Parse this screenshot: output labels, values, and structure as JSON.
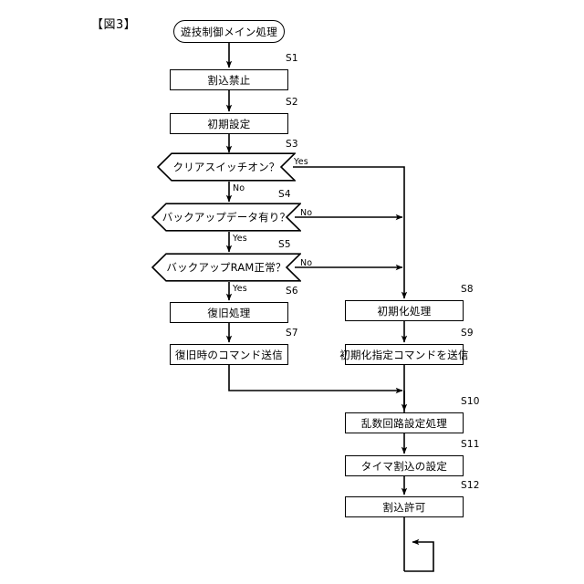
{
  "figure": {
    "label": "【図3】"
  },
  "flowchart": {
    "type": "flowchart",
    "title": "遊技制御メイン処理",
    "nodes": [
      {
        "id": "start",
        "shape": "terminator",
        "step": "",
        "label": "遊技制御メイン処理"
      },
      {
        "id": "s1",
        "shape": "process",
        "step": "S1",
        "label": "割込禁止"
      },
      {
        "id": "s2",
        "shape": "process",
        "step": "S2",
        "label": "初期設定"
      },
      {
        "id": "s3",
        "shape": "decision",
        "step": "S3",
        "label": "クリアスイッチオン？"
      },
      {
        "id": "s4",
        "shape": "decision",
        "step": "S4",
        "label": "バックアップデータ有り？"
      },
      {
        "id": "s5",
        "shape": "decision",
        "step": "S5",
        "label": "バックアップRAM正常？"
      },
      {
        "id": "s6",
        "shape": "process",
        "step": "S6",
        "label": "復旧処理"
      },
      {
        "id": "s7",
        "shape": "process",
        "step": "S7",
        "label": "復旧時のコマンド送信"
      },
      {
        "id": "s8",
        "shape": "process",
        "step": "S8",
        "label": "初期化処理"
      },
      {
        "id": "s9",
        "shape": "process",
        "step": "S9",
        "label": "初期化指定コマンドを送信"
      },
      {
        "id": "s10",
        "shape": "process",
        "step": "S10",
        "label": "乱数回路設定処理"
      },
      {
        "id": "s11",
        "shape": "process",
        "step": "S11",
        "label": "タイマ割込の設定"
      },
      {
        "id": "s12",
        "shape": "process",
        "step": "S12",
        "label": "割込許可"
      }
    ],
    "branch_labels": {
      "s3_yes": "Yes",
      "s3_no": "No",
      "s4_no": "No",
      "s4_yes": "Yes",
      "s5_no": "No",
      "s5_yes": "Yes"
    },
    "edges": [
      {
        "from": "start",
        "to": "s1",
        "label": ""
      },
      {
        "from": "s1",
        "to": "s2",
        "label": ""
      },
      {
        "from": "s2",
        "to": "s3",
        "label": ""
      },
      {
        "from": "s3",
        "to": "s4",
        "label": "No"
      },
      {
        "from": "s3",
        "to": "s8",
        "label": "Yes"
      },
      {
        "from": "s4",
        "to": "s5",
        "label": "Yes"
      },
      {
        "from": "s4",
        "to": "s8",
        "label": "No"
      },
      {
        "from": "s5",
        "to": "s6",
        "label": "Yes"
      },
      {
        "from": "s5",
        "to": "s8",
        "label": "No"
      },
      {
        "from": "s6",
        "to": "s7",
        "label": ""
      },
      {
        "from": "s7",
        "to": "s10",
        "label": ""
      },
      {
        "from": "s8",
        "to": "s9",
        "label": ""
      },
      {
        "from": "s9",
        "to": "s10",
        "label": ""
      },
      {
        "from": "s10",
        "to": "s11",
        "label": ""
      },
      {
        "from": "s11",
        "to": "s12",
        "label": ""
      },
      {
        "from": "s12",
        "to": "s12",
        "label": "loop"
      }
    ],
    "colors": {
      "stroke": "#000000",
      "background": "#ffffff",
      "text": "#000000"
    }
  }
}
